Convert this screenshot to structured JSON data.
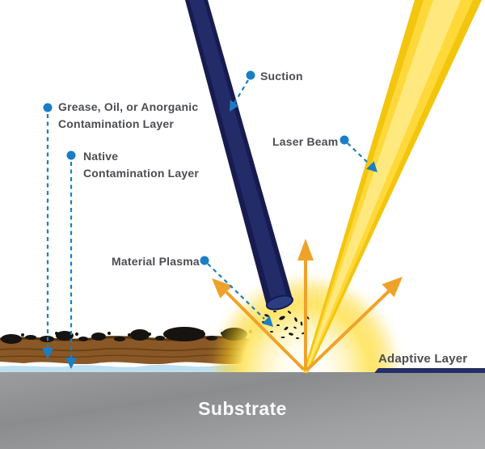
{
  "diagram": {
    "labels": {
      "grease_layer": {
        "line1": "Grease, Oil, or Anorganic",
        "line2": "Contamination Layer"
      },
      "native_layer": {
        "line1": "Native",
        "line2": "Contamination Layer"
      },
      "suction": "Suction",
      "laser_beam": "Laser Beam",
      "material_plasma": "Material Plasma",
      "adaptive_layer": "Adaptive Layer",
      "substrate": "Substrate"
    },
    "colors": {
      "leader_blue": "#1b7ec5",
      "label_gray": "#4c4d51",
      "tube_navy": "#161c50",
      "tube_navy_light": "#232b68",
      "tube_opening": "#2d3d82",
      "beam_yellow_edge": "#f3c60e",
      "beam_yellow_mid": "#ffd83a",
      "beam_yellow_core": "#ffe97e",
      "arrow_orange": "#efa22a",
      "brown_layer": "#8a5826",
      "brown_dark_edge": "#553610",
      "brown_streak": "#6b4316",
      "blue_layer": "#bedff0",
      "chunk_black": "#161310",
      "adaptive_navy": "#232e66",
      "substrate_gray": "#97989a",
      "substrate_text": "#fbfbfb"
    }
  }
}
